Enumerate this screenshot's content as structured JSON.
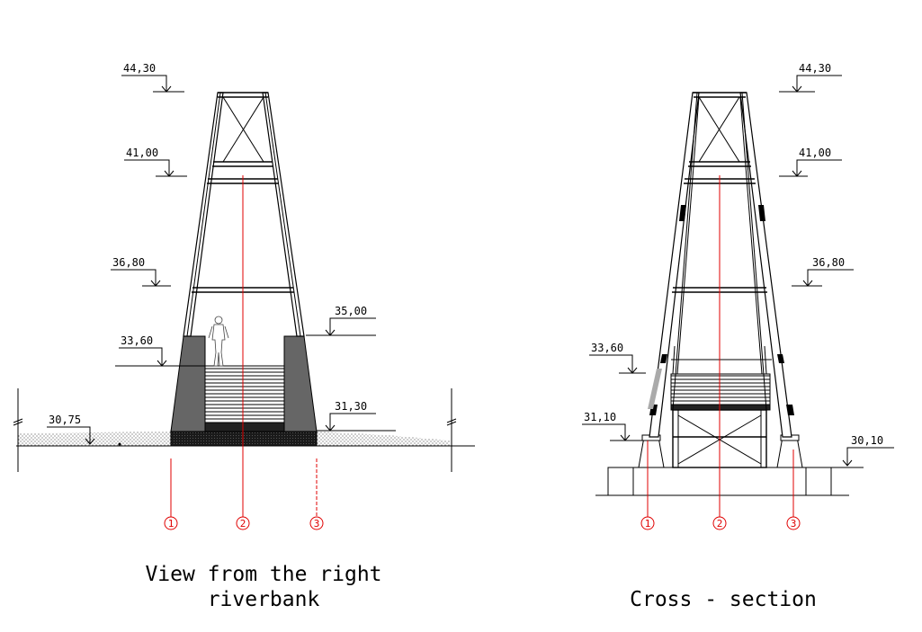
{
  "left_view": {
    "caption_line1": "View from the right",
    "caption_line2": "riverbank",
    "levels": [
      "44,30",
      "41,00",
      "36,80",
      "33,60",
      "35,00",
      "30,75",
      "31,30"
    ],
    "axes": [
      "1",
      "2",
      "3"
    ]
  },
  "right_view": {
    "caption": "Cross - section",
    "levels": [
      "44,30",
      "41,00",
      "36,80",
      "33,60",
      "31,10",
      "30,10"
    ],
    "axes": [
      "1",
      "2",
      "3"
    ]
  },
  "colors": {
    "line": "#000000",
    "axis": "#e00000",
    "abutment": "#666666",
    "foundation": "#222222"
  }
}
